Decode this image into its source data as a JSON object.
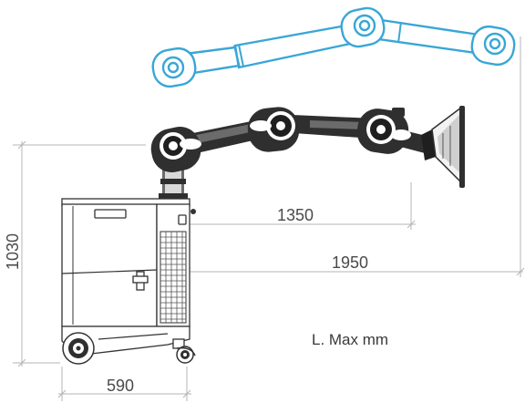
{
  "dimensions": {
    "reach_short": "1350",
    "reach_long": "1950",
    "height": "1030",
    "width": "590"
  },
  "note": "L. Max mm",
  "colors": {
    "arm": "#2f2f2f",
    "alternate_arm_outline": "#3aa6d6",
    "dimension_lines": "#b5b5b5",
    "cabinet_outline": "#333333"
  }
}
